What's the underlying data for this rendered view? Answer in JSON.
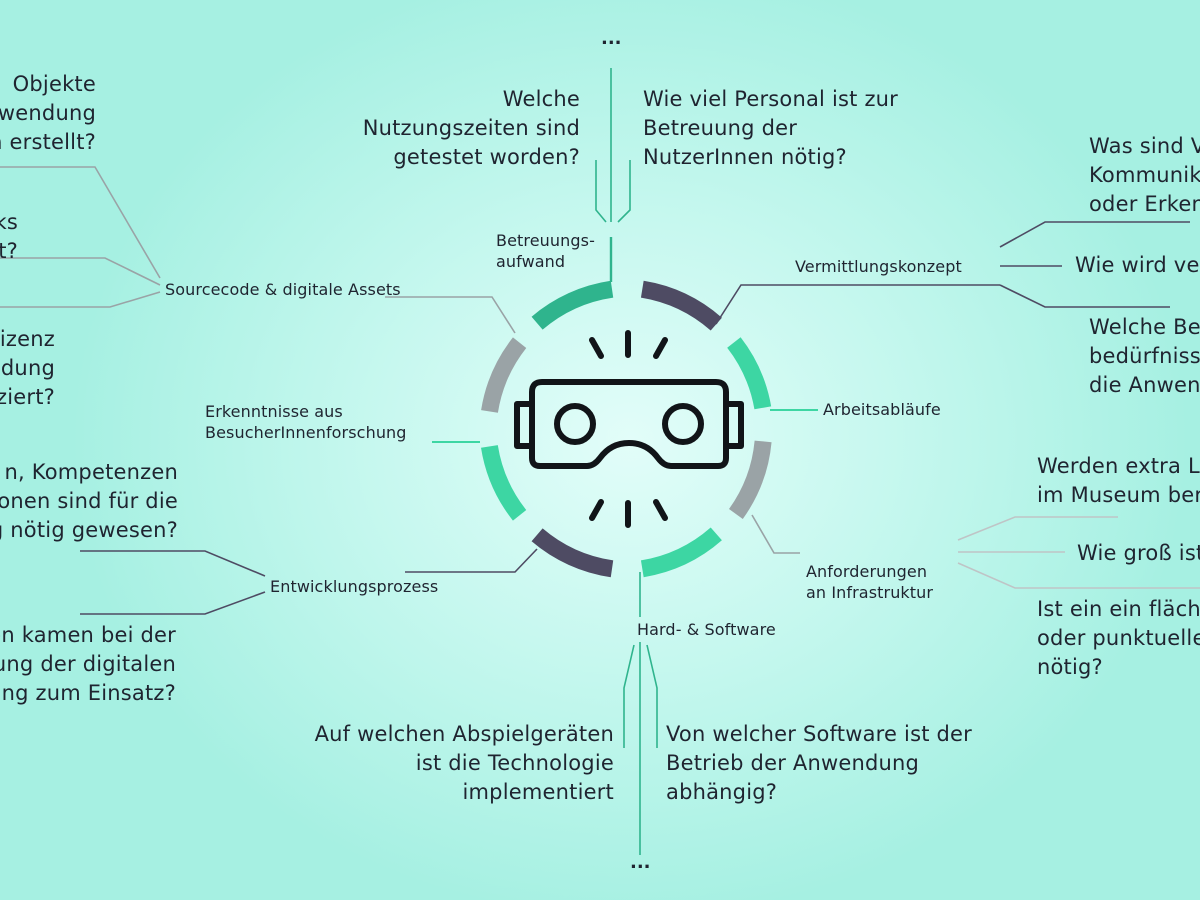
{
  "colors": {
    "accent_green": "#3dd6a3",
    "accent_teal": "#2fb48d",
    "slate": "#4e4b63",
    "grey": "#9aa3a6",
    "line": "#bfc4c6"
  },
  "center_icon": "vr-headset-icon",
  "ellipsis_top": "...",
  "ellipsis_bottom": "...",
  "categories": {
    "betreuung": {
      "line1": "Betreuungs-",
      "line2": "aufwand"
    },
    "vermittlung": "Vermittlungskonzept",
    "arbeit": "Arbeitsabläufe",
    "infra": {
      "line1": "Anforderungen",
      "line2": "an Infrastruktur"
    },
    "hardsoft": "Hard- & Software",
    "entwicklung": "Entwicklungsprozess",
    "erkenntnisse": {
      "line1": "Erkenntnisse aus",
      "line2": "BesucherInnenforschung"
    },
    "source": "Sourcecode & digitale Assets"
  },
  "questions": {
    "nutzungszeiten": {
      "l1": "Welche",
      "l2": "Nutzungszeiten sind",
      "l3": "getestet worden?"
    },
    "personal": {
      "l1": "Wie viel Personal ist zur",
      "l2": "Betreuung der",
      "l3": "NutzerInnen nötig?"
    },
    "kommunikation": {
      "l1": "Was sind V",
      "l2": "Kommunik",
      "l3": "oder Erken"
    },
    "wird": "Wie wird ve",
    "bedurfnisse": {
      "l1": "Welche Be",
      "l2": "bedürfniss",
      "l3": "die Anwen"
    },
    "objekte": {
      "l1": "Objekte",
      "l2": "wendung",
      "l3": "n erstellt?"
    },
    "ks": {
      "l1": "ks",
      "l2": "t?"
    },
    "lizenz": {
      "l1": "izenz",
      "l2": "dung",
      "l3": "ziert?"
    },
    "kompetenzen": {
      "l1": "n, Kompetenzen",
      "l2": "onen sind für die",
      "l3": "g nötig gewesen?"
    },
    "kamen": {
      "l1": "en kamen bei der",
      "l2": "ung der digitalen",
      "l3": "ung zum Einsatz?"
    },
    "extra": {
      "l1": "Werden extra L",
      "l2": "im Museum ber"
    },
    "gross": "Wie groß ist",
    "flaechen": {
      "l1": "Ist ein ein fläche",
      "l2": "oder punktuelle",
      "l3": "nötig?"
    },
    "abspiel": {
      "l1": "Auf welchen Abspielgeräten",
      "l2": "ist die Technologie",
      "l3": "implementiert"
    },
    "software": {
      "l1": "Von welcher Software ist der",
      "l2": "Betrieb der Anwendung",
      "l3": "abhängig?"
    }
  }
}
